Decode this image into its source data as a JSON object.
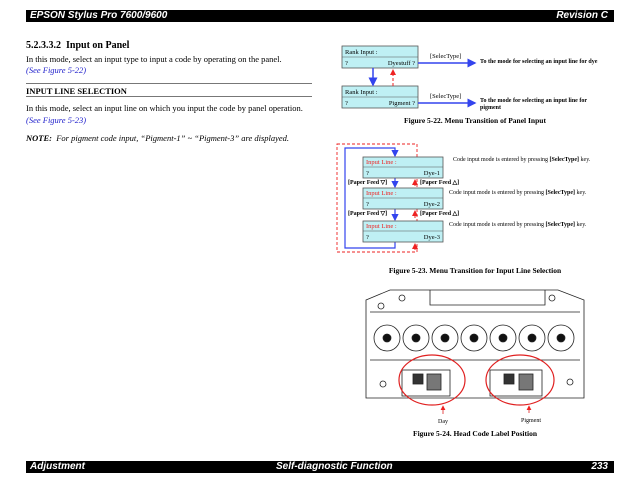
{
  "header": {
    "title": "EPSON Stylus Pro 7600/9600",
    "revision": "Revision C"
  },
  "section": {
    "number": "5.2.3.3.2",
    "title": "Input on Panel",
    "text": "In this mode, select an input type to input a code by operating on the panel.",
    "link": "(See Figure 5-22)"
  },
  "subsection": {
    "title": "INPUT LINE SELECTION",
    "text": "In this mode, select an input line on which you input the code by panel operation.",
    "link": "(See Figure 5-23)"
  },
  "note": {
    "label": "NOTE:",
    "text": "For pigment code input, “Pigment-1” ~ “Pigment-3” are displayed."
  },
  "fig22": {
    "box1": {
      "top": "Rank Input :",
      "left": "?",
      "right": "Dyestuff  ?"
    },
    "box2": {
      "top": "Rank Input :",
      "left": "?",
      "right": "Pigment  ?"
    },
    "key1": "[SelecType]",
    "key2": "[SelecType]",
    "dest1": "To the mode for selecting an input line for dye",
    "dest2a": "To the mode for selecting an input line for",
    "dest2b": "pigment",
    "caption": "Figure 5-22.  Menu Transition of Panel Input"
  },
  "fig23": {
    "boxes": [
      {
        "top": "Input Line :",
        "left": "?",
        "right": "Dye-1",
        "note_pre": "Code input mode is entered by pressing ",
        "note_key": "[SelecType]",
        "note_post": " key."
      },
      {
        "top": "Input Line :",
        "left": "?",
        "right": "Dye-2",
        "note_pre": "Code input mode is entered by pressing ",
        "note_key": "[SelecType]",
        "note_post": " key."
      },
      {
        "top": "Input Line :",
        "left": "?",
        "right": "Dye-3",
        "note_pre": "Code input mode is entered by pressing ",
        "note_key": "[SelecType]",
        "note_post": " key."
      }
    ],
    "down": "[Paper Feed ▽]",
    "up": "[Paper Feed △]",
    "caption": "Figure 5-23.  Menu Transition for Input Line Selection",
    "colors": {
      "down": "#3344ee",
      "up": "#ee2222",
      "box": "#bff0f4"
    }
  },
  "fig24": {
    "label_dye": "Day",
    "label_pigment": "Pigment",
    "caption": "Figure 5-24.  Head Code Label Position"
  },
  "footer": {
    "left": "Adjustment",
    "center": "Self-diagnostic Function",
    "page": "233"
  }
}
